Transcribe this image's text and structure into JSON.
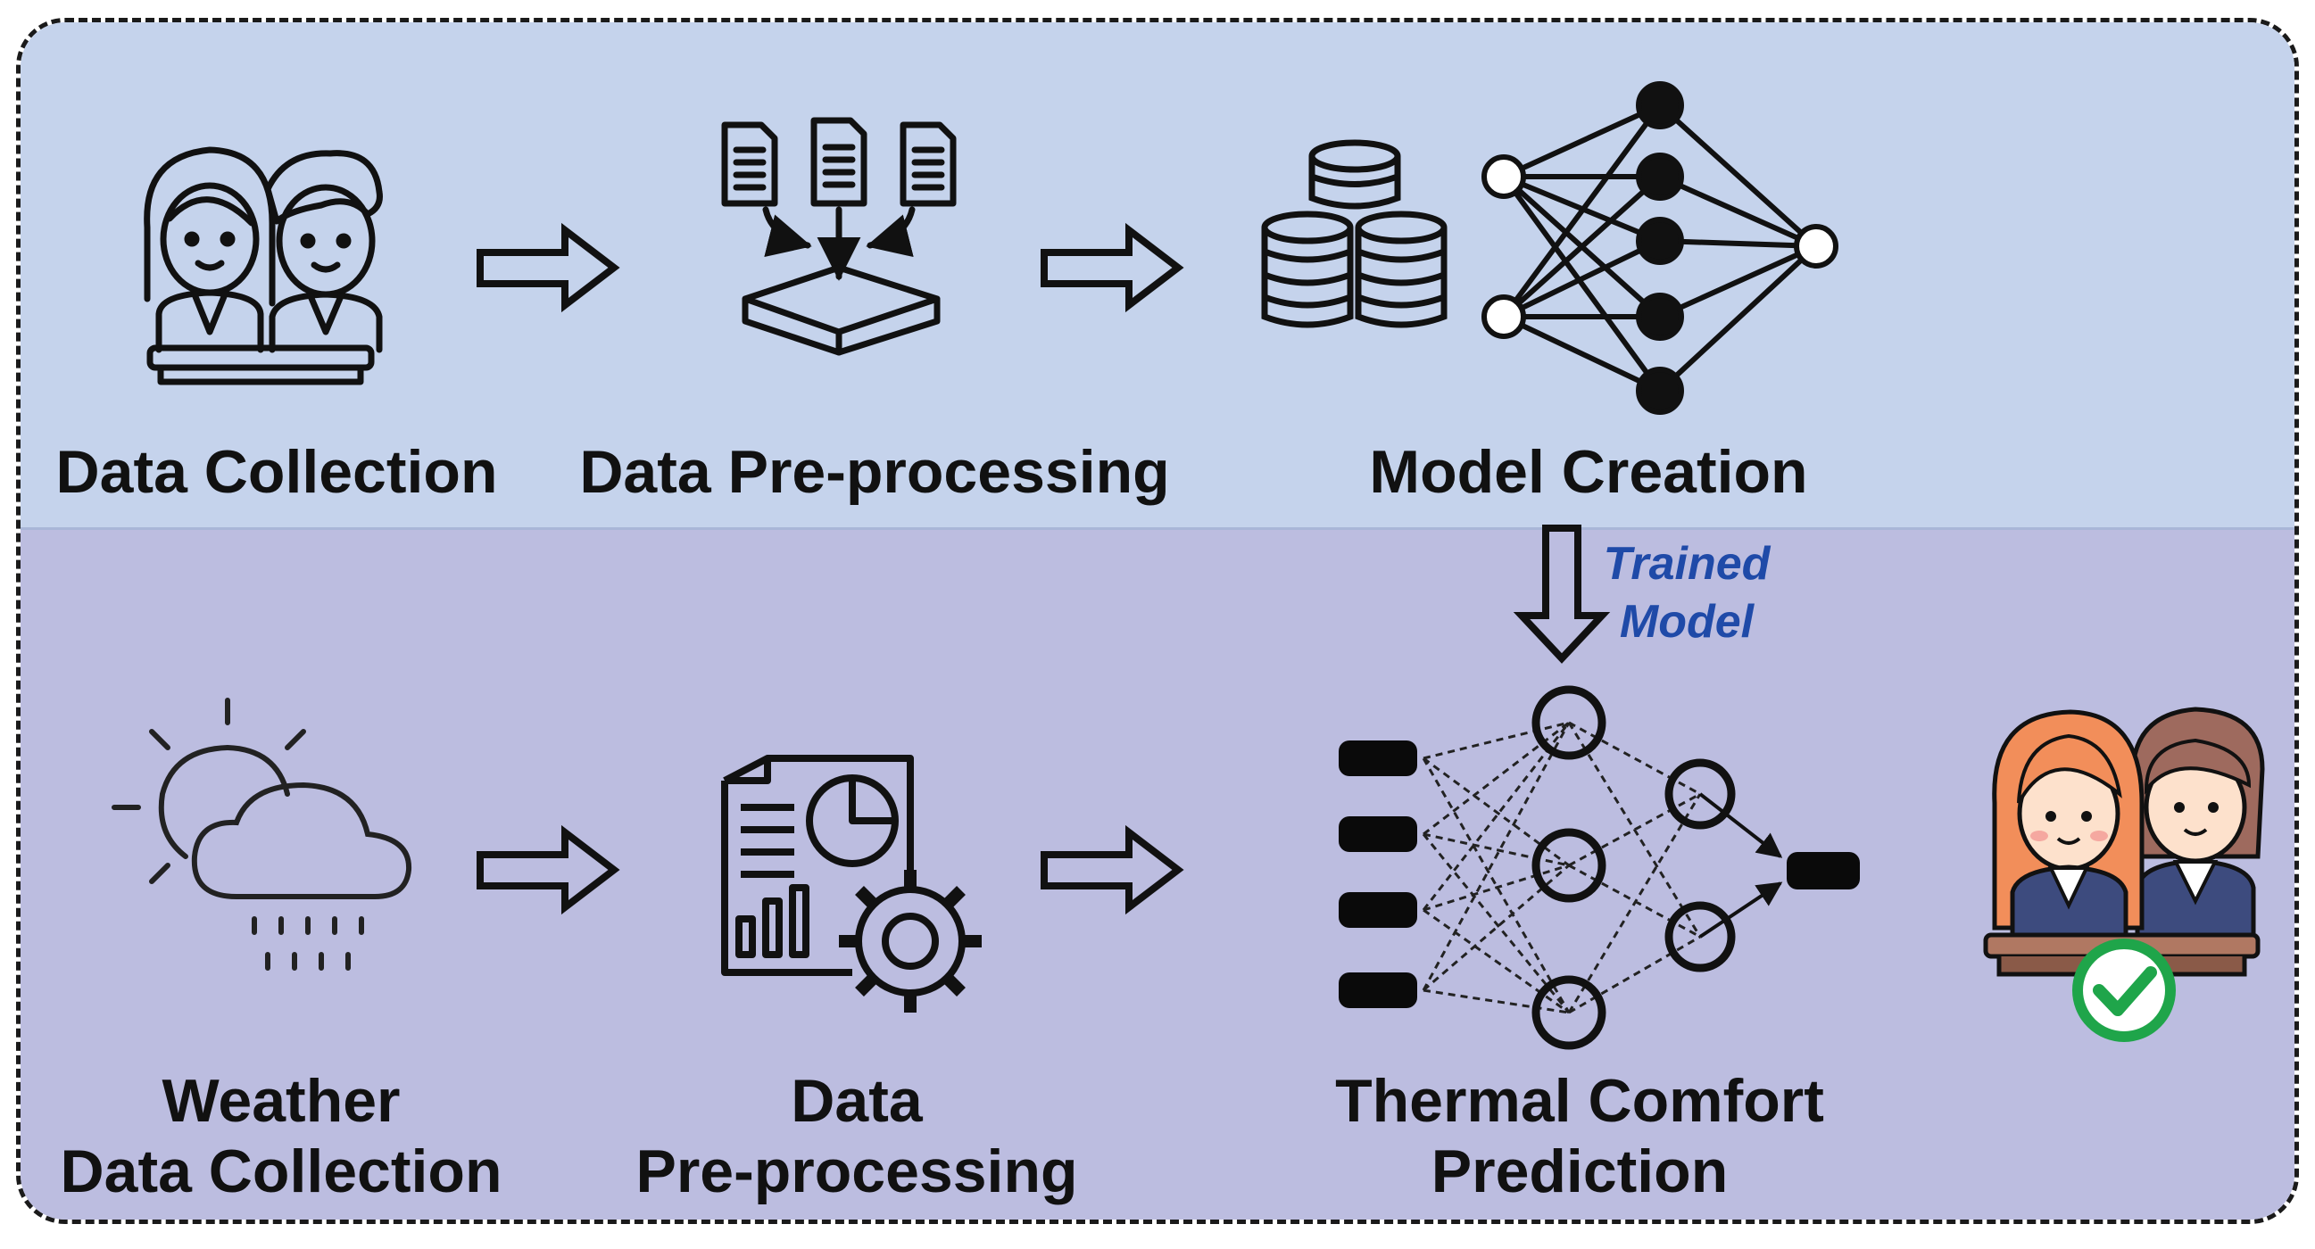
{
  "training": {
    "data_collection": "Data Collection",
    "data_preprocessing": "Data Pre-processing",
    "model_creation": "Model Creation"
  },
  "transfer": {
    "line1": "Trained",
    "line2": "Model"
  },
  "inference": {
    "weather_line1": "Weather",
    "weather_line2": "Data Collection",
    "preprocessing_line1": "Data",
    "preprocessing_line2": "Pre-processing",
    "prediction_line1": "Thermal Comfort",
    "prediction_line2": "Prediction"
  },
  "colors": {
    "top_band": "#c5d3ec",
    "bottom_band": "#bcbde0",
    "trained_model_text": "#1f4aa8",
    "check_green": "#1fa54a"
  },
  "icons": [
    "students-outline-icon",
    "documents-merge-icon",
    "database-icon",
    "neural-network-icon",
    "weather-cloud-rain-icon",
    "report-gear-icon",
    "prediction-network-icon",
    "students-colored-icon",
    "check-badge-icon"
  ]
}
